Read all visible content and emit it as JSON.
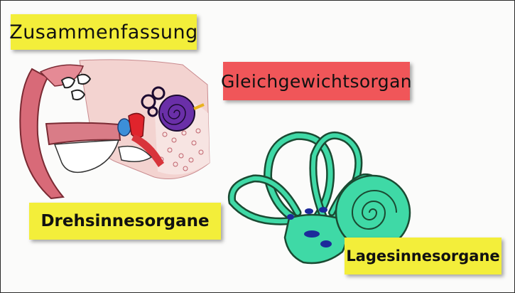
{
  "title_card": {
    "text": "Zusammenfassung",
    "color": "#f3ee3a"
  },
  "organ_card": {
    "text": "Gleichgewichtsorgan",
    "color": "#f05659"
  },
  "labels": {
    "drehsinnesorgane": "Drehsinnesorgane",
    "lagesinnesorgane": "Lagesinnesorgane"
  },
  "drawings": {
    "ear_anatomy_icon": "ear-cross-section-drawing",
    "inner_ear_icon": "labyrinth-drawing",
    "colors": {
      "ear_canal": "#d86a78",
      "cochlea": "#6a2fa8",
      "ossicles_red": "#e0242c",
      "labyrinth_fill": "#3fd9a6",
      "labyrinth_outline": "#1a4a32",
      "receptor_blue": "#1d2a9a"
    }
  }
}
